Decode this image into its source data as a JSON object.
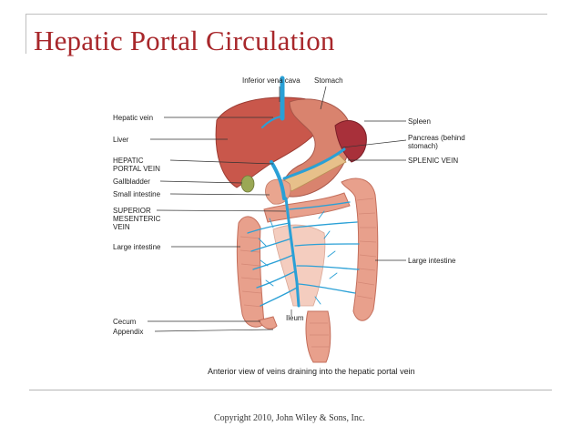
{
  "slide": {
    "title": "Hepatic Portal Circulation",
    "copyright": "Copyright 2010, John Wiley & Sons, Inc."
  },
  "figure": {
    "caption": "Anterior view of veins draining into the hepatic portal vein",
    "labels": {
      "inferior_vena_cava": "Inferior vena cava",
      "stomach": "Stomach",
      "hepatic_vein": "Hepatic vein",
      "liver": "Liver",
      "hepatic_portal_vein_1": "HEPATIC",
      "hepatic_portal_vein_2": "PORTAL VEIN",
      "gallbladder": "Gallbladder",
      "small_intestine": "Small intestine",
      "sup_mes_1": "SUPERIOR",
      "sup_mes_2": "MESENTERIC",
      "sup_mes_3": "VEIN",
      "large_intestine_left": "Large intestine",
      "cecum": "Cecum",
      "appendix": "Appendix",
      "spleen": "Spleen",
      "pancreas_1": "Pancreas (behind",
      "pancreas_2": "stomach)",
      "splenic_vein": "SPLENIC VEIN",
      "large_intestine_right": "Large intestine",
      "ileum": "Ileum"
    }
  },
  "colors": {
    "title": "#a8272b",
    "vein": "#2aa0d6",
    "liver": "#c9574b",
    "intestine": "#e8a08c",
    "spleen": "#a8303a"
  }
}
